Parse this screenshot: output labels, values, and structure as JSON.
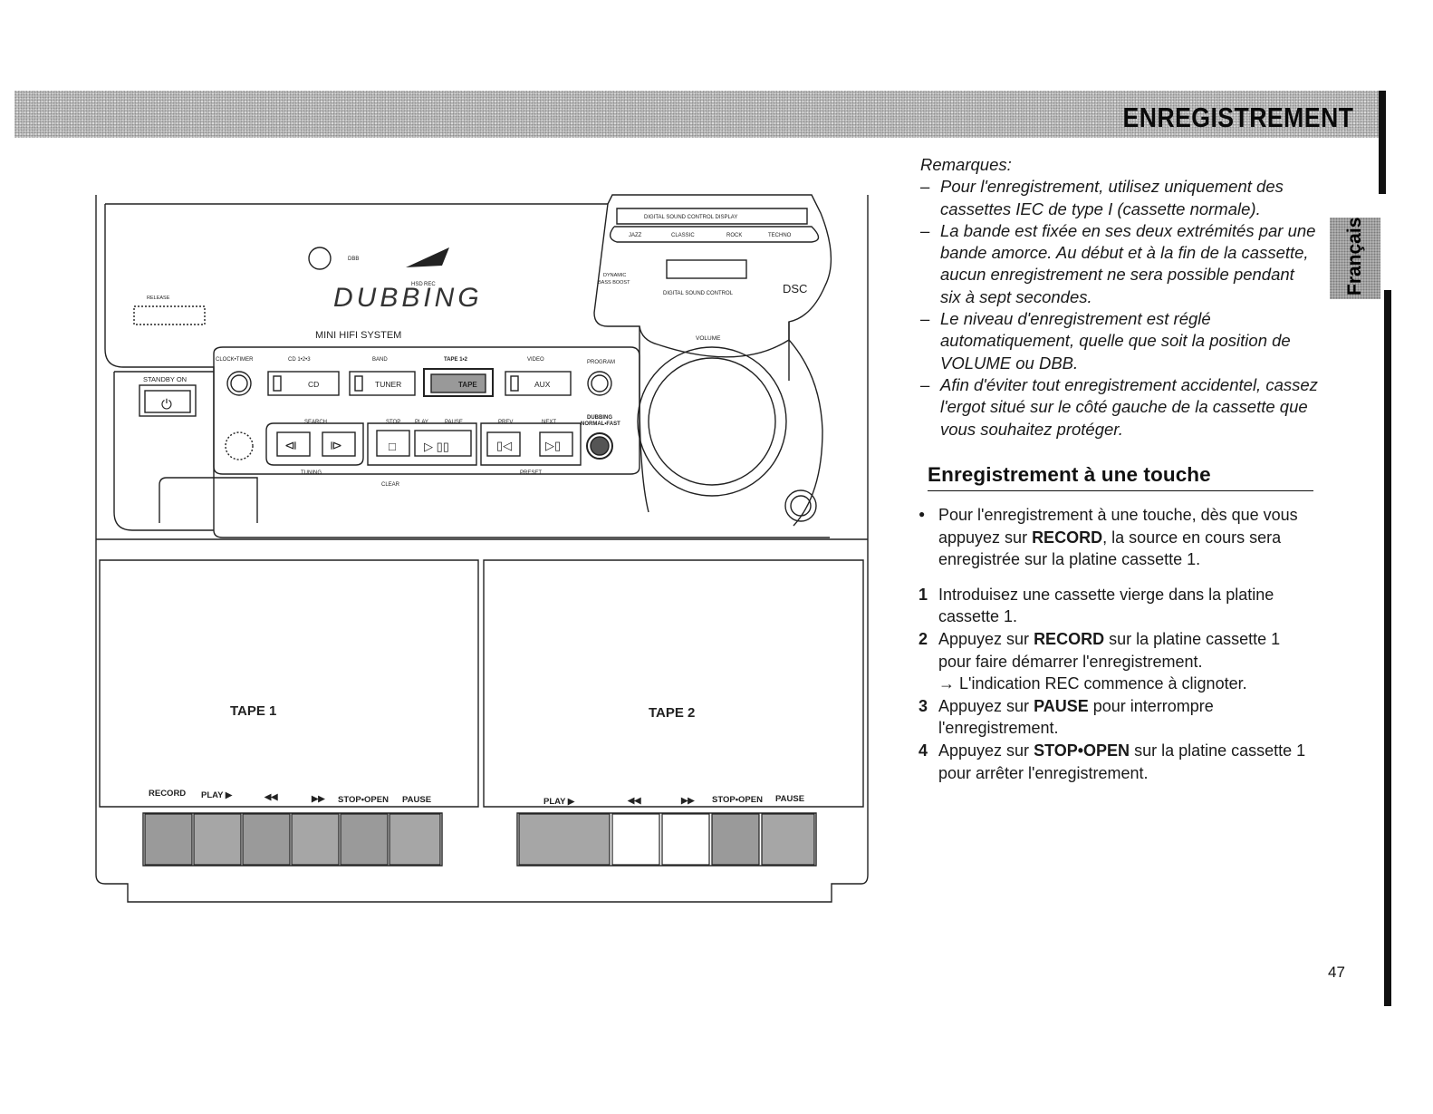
{
  "header": {
    "title": "ENREGISTREMENT"
  },
  "language_tab": {
    "label": "Français"
  },
  "notes": {
    "heading": "Remarques:",
    "items": [
      "Pour l'enregistrement, utilisez uniquement des cassettes IEC de type I (cassette normale).",
      "La bande est fixée en ses deux extrémités par une bande amorce. Au début et à la fin de la cassette, aucun enregistrement ne sera possible pendant six à sept secondes.",
      "Le niveau d'enregistrement est réglé automatiquement, quelle que soit la position de VOLUME ou DBB.",
      "Afin d'éviter tout enregistrement accidentel, cassez l'ergot situé sur le côté gauche de la cassette que vous souhaitez protéger."
    ]
  },
  "section": {
    "title": "Enregistrement à une touche",
    "bullet": {
      "pre": "Pour l'enregistrement à une touche, dès que vous appuyez sur ",
      "bold": "RECORD",
      "post": ", la source en cours sera enregistrée sur la platine cassette 1."
    },
    "steps": [
      {
        "num": "1",
        "pre": "Introduisez une cassette vierge dans la platine cassette 1.",
        "bold": "",
        "post": ""
      },
      {
        "num": "2",
        "pre": "Appuyez sur ",
        "bold": "RECORD",
        "post": " sur la platine cassette 1 pour faire démarrer l'enregistrement."
      },
      {
        "num": "3",
        "pre": "Appuyez sur ",
        "bold": "PAUSE",
        "post": " pour interrompre l'enregistrement."
      },
      {
        "num": "4",
        "pre": "Appuyez sur ",
        "bold": "STOP•OPEN",
        "post": " sur la platine cassette 1 pour arrêter l'enregistrement."
      }
    ],
    "step2_result": "→ L'indication REC commence à clignoter."
  },
  "page_number": "47",
  "device": {
    "display_text": "DUBBING",
    "display_small": [
      "DBB",
      "HSD",
      "REC"
    ],
    "model_label": "MINI HIFI SYSTEM",
    "release_label": "RELEASE",
    "standby_label": "STANDBY ON",
    "clock_timer_label": "CLOCK•TIMER",
    "program_label": "PROGRAM",
    "source_labels": [
      "CD 1•2•3",
      "BAND",
      "TAPE 1•2",
      "VIDEO"
    ],
    "source_buttons": [
      "CD",
      "TUNER",
      "TAPE",
      "AUX"
    ],
    "transport_labels": [
      "SEARCH",
      "STOP",
      "PLAY",
      "PAUSE",
      "PREV",
      "NEXT"
    ],
    "sub_labels": [
      "TUNING",
      "CLEAR",
      "PRESET"
    ],
    "dubbing_label": [
      "DUBBING",
      "NORMAL•FAST"
    ],
    "dsc_display_label": "DIGITAL SOUND CONTROL DISPLAY",
    "dsc_modes": [
      "JAZZ",
      "CLASSIC",
      "ROCK",
      "TECHNO"
    ],
    "dynamic_bass_label": [
      "DYNAMIC",
      "BASS BOOST"
    ],
    "dsc_control_label": "DIGITAL SOUND CONTROL",
    "dsc_label": "DSC",
    "volume_label": "VOLUME",
    "tape1_label": "TAPE 1",
    "tape2_label": "TAPE 2",
    "tape1_buttons": [
      "RECORD",
      "PLAY ▶",
      "◀◀",
      "▶▶",
      "STOP•OPEN",
      "PAUSE"
    ],
    "tape2_buttons": [
      "PLAY ▶",
      "◀◀",
      "▶▶",
      "STOP•OPEN",
      "PAUSE"
    ]
  }
}
